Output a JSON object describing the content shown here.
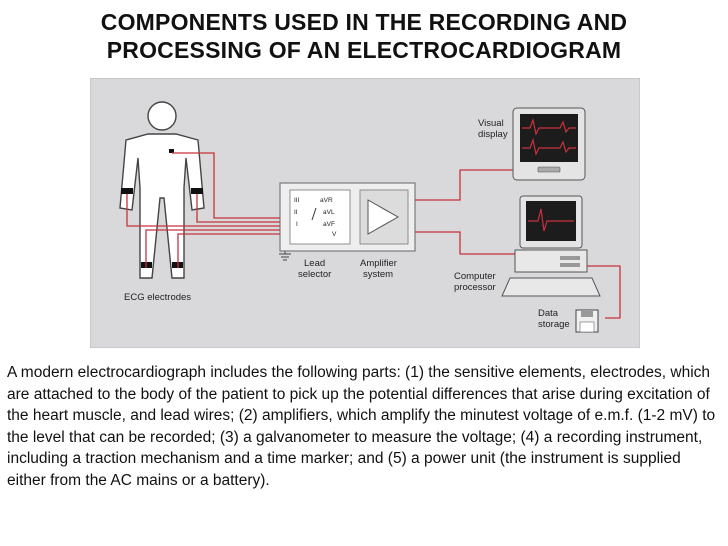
{
  "title": {
    "line1": "COMPONENTS USED IN THE RECORDING AND",
    "line2": "PROCESSING OF AN ELECTROCARDIOGRAM"
  },
  "diagram": {
    "ecg_electrodes_label": "ECG electrodes",
    "lead_selector_label": [
      "Lead",
      "selector"
    ],
    "amplifier_system_label": [
      "Amplifier",
      "system"
    ],
    "visual_display_label": [
      "Visual",
      "display"
    ],
    "computer_processor_label": [
      "Computer",
      "processor"
    ],
    "data_storage_label": [
      "Data",
      "storage"
    ],
    "lead_switch_labels": [
      "III",
      "II",
      "I",
      "aVR",
      "aVL",
      "aVF",
      "V"
    ],
    "colors": {
      "background": "#d9d9db",
      "wires": "#c8323c",
      "equipment": "#eeeeee",
      "trace": "#c8323c"
    }
  },
  "caption": "A modern electrocardiograph includes the following parts: (1) the sensitive elements, electrodes, which are attached to the body of the patient to pick up the potential differences that arise during excitation of the heart muscle, and lead wires; (2) amplifiers, which amplify the minutest voltage of e.m.f. (1-2 mV) to the level that can be recorded; (3) a galvanometer to measure the voltage; (4) a recording instrument, including a traction mechanism and a time marker; and (5) a power unit (the instrument is supplied either from the AC mains or a battery)."
}
